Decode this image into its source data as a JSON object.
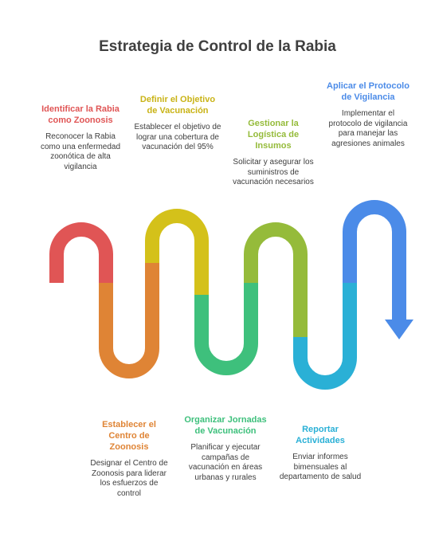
{
  "title": "Estrategia de Control de la Rabia",
  "steps": [
    {
      "title": "Identificar la Rabia como Zoonosis",
      "desc": "Reconocer la Rabia como una enfermedad zoonótica de alta vigilancia",
      "color": "#e05555"
    },
    {
      "title": "Establecer el Centro de Zoonosis",
      "desc": "Designar el Centro de Zoonosis para liderar los esfuerzos de control",
      "color": "#df8435"
    },
    {
      "title": "Definir el Objetivo de Vacunación",
      "desc": "Establecer el objetivo de lograr una cobertura de vacunación del 95%",
      "color": "#d4c11a"
    },
    {
      "title": "Organizar Jornadas de Vacunación",
      "desc": "Planificar y ejecutar campañas de vacunación en áreas urbanas y rurales",
      "color": "#3ec07c"
    },
    {
      "title": "Gestionar la Logística de Insumos",
      "desc": "Solicitar y asegurar los suministros de vacunación necesarios",
      "color": "#95bb3a"
    },
    {
      "title": "Reportar Actividades",
      "desc": "Enviar informes bimensuales al departamento de salud",
      "color": "#2ab0d6"
    },
    {
      "title": "Aplicar el Protocolo de Vigilancia",
      "desc": "Implementar el protocolo de vigilancia para manejar las agresiones animales",
      "color": "#4b8be8"
    }
  ]
}
